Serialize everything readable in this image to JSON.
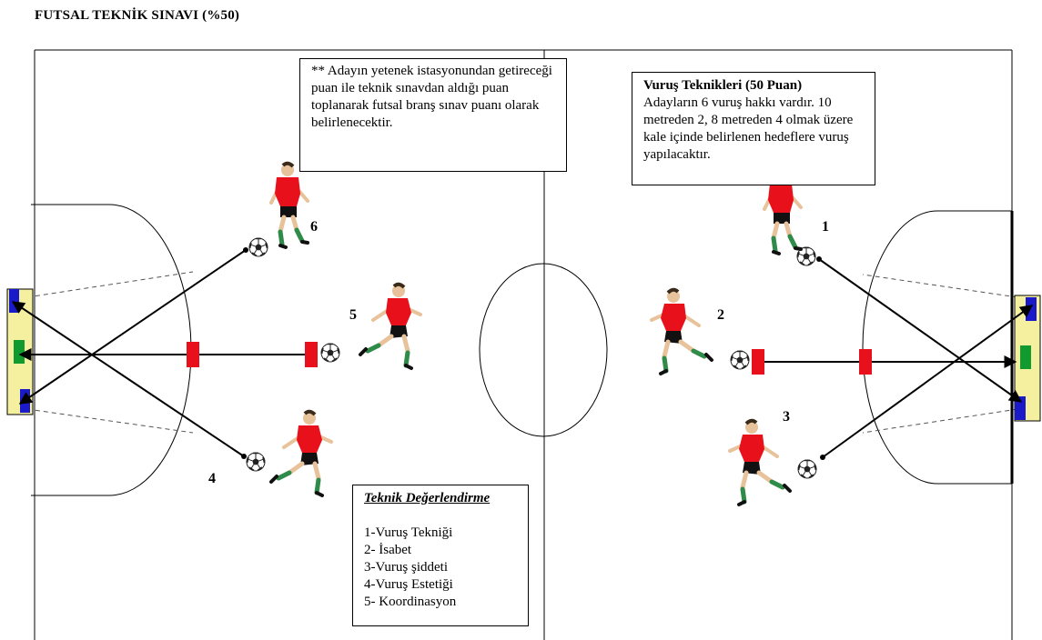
{
  "page": {
    "title": "FUTSAL TEKNİK SINAVI (%50)"
  },
  "note_box": {
    "text": "** Adayın yetenek istasyonundan getireceği puan ile teknik sınavdan aldığı puan toplanarak futsal branş sınav puanı olarak belirlenecektir."
  },
  "shots_box": {
    "heading": "Vuruş Teknikleri (50 Puan)",
    "text": "Adayların 6 vuruş hakkı vardır. 10 metreden 2, 8 metreden 4 olmak üzere kale içinde belirlenen hedeflere vuruş yapılacaktır."
  },
  "evaluation_box": {
    "heading": "Teknik Değerlendirme",
    "items": [
      "1-Vuruş Tekniği",
      "2- İsabet",
      "3-Vuruş şiddeti",
      "4-Vuruş Estetiği",
      "5- Koordinasyon"
    ]
  },
  "players": [
    {
      "number": "1"
    },
    {
      "number": "2"
    },
    {
      "number": "3"
    },
    {
      "number": "4"
    },
    {
      "number": "5"
    },
    {
      "number": "6"
    }
  ],
  "colors": {
    "jersey": "#e8101a",
    "shorts": "#111111",
    "socks": "#2e8b4a",
    "goal_fill": "#f5f0a0",
    "goal_target_side": "#1a1ac8",
    "goal_target_center": "#109a30",
    "marker": "#e8101a"
  }
}
